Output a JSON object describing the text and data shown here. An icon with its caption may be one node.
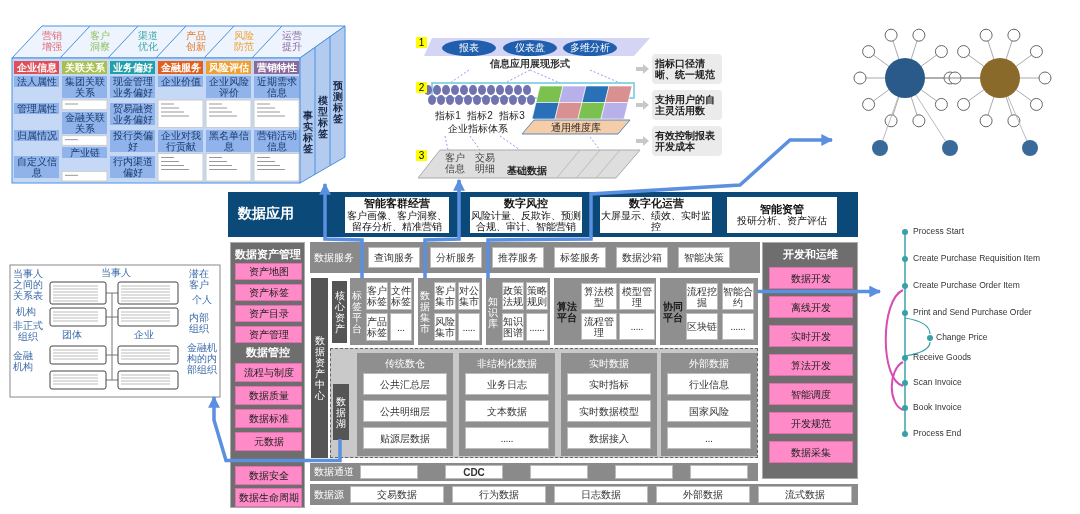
{
  "diagram": {
    "nodes": [
      {
        "text": [],
        "shape": "picture"
      },
      {
        "text": [],
        "shape": "picture"
      },
      {
        "text": [],
        "shape": "picture"
      },
      {
        "text": [
          "数据应用"
        ]
      },
      {
        "text": [
          "智能客群经营",
          "客户画像、客户洞察、留存分析、精准营销"
        ],
        "in": 3
      },
      {
        "text": [
          "数字风控",
          "风险计量、反欺诈、预测合规、审计、智能营销"
        ],
        "in": 3
      },
      {
        "text": [
          "数字化运营",
          "大屏显示、绩效、实时监控"
        ],
        "in": 3
      },
      {
        "text": [
          "智能资管",
          "投研分析、资产评估"
        ],
        "in": 3
      },
      {
        "text": [
          "数据资产管理",
          "数据管控"
        ]
      },
      {
        "text": [
          "资产地图"
        ],
        "in": 8
      },
      {
        "text": [
          "资产标签"
        ],
        "in": 8
      },
      {
        "text": [
          "资产目录"
        ],
        "in": 8
      },
      {
        "text": [
          "资产管理"
        ],
        "in": 8
      },
      {
        "text": [
          "流程与制度"
        ],
        "in": 8
      },
      {
        "text": [
          "数据质量"
        ],
        "in": 8
      },
      {
        "text": [
          "数据标准"
        ],
        "in": 8
      },
      {
        "text": [
          "元数据"
        ],
        "in": 8
      },
      {
        "text": [
          "数据安全"
        ],
        "in": 8
      },
      {
        "text": [
          "数据生命周期"
        ],
        "in": 8
      },
      {
        "text": [
          "数据服务"
        ]
      },
      {
        "text": [
          "查询服务"
        ],
        "in": 19
      },
      {
        "text": [
          "分析服务"
        ],
        "in": 19
      },
      {
        "text": [
          "推荐服务"
        ],
        "in": 19
      },
      {
        "text": [
          "标签服务"
        ],
        "in": 19
      },
      {
        "text": [
          "数据沙箱"
        ],
        "in": 19
      },
      {
        "text": [
          "智能决策"
        ],
        "in": 19
      },
      {
        "text": [
          "开发和运维"
        ]
      },
      {
        "text": [
          "数据开发"
        ],
        "in": 26
      },
      {
        "text": [
          "离线开发"
        ],
        "in": 26
      },
      {
        "text": [
          "实时开发"
        ],
        "in": 26
      },
      {
        "text": [
          "算法开发"
        ],
        "in": 26
      },
      {
        "text": [
          "智能调度"
        ],
        "in": 26
      },
      {
        "text": [
          "开发规范"
        ],
        "in": 26
      },
      {
        "text": [
          "数据采集"
        ],
        "in": 26
      },
      {
        "text": [
          "数据资产中心"
        ]
      },
      {
        "text": [
          "核心资产"
        ]
      },
      {
        "text": [
          "标签平台"
        ]
      },
      {
        "text": [
          "客户标签"
        ],
        "in": 36
      },
      {
        "text": [
          "文件标签"
        ],
        "in": 36
      },
      {
        "text": [
          "产品标签"
        ],
        "in": 36
      },
      {
        "text": [
          "..."
        ],
        "in": 36
      },
      {
        "text": [
          "数据集市"
        ]
      },
      {
        "text": [
          "客户集市"
        ],
        "in": 41
      },
      {
        "text": [
          "对公集市"
        ],
        "in": 41
      },
      {
        "text": [
          "风险集市"
        ],
        "in": 41
      },
      {
        "text": [
          "....."
        ],
        "in": 41
      },
      {
        "text": [
          "知识库"
        ]
      },
      {
        "text": [
          "政策法规"
        ],
        "in": 46
      },
      {
        "text": [
          "策略规则"
        ],
        "in": 46
      },
      {
        "text": [
          "知识图谱"
        ],
        "in": 46
      },
      {
        "text": [
          "......"
        ],
        "in": 46
      },
      {
        "text": [
          "算法平台"
        ]
      },
      {
        "text": [
          "算法模型"
        ],
        "in": 51
      },
      {
        "text": [
          "模型管理"
        ],
        "in": 51
      },
      {
        "text": [
          "流程管理"
        ],
        "in": 51
      },
      {
        "text": [
          "....."
        ],
        "in": 51
      },
      {
        "text": [
          "协同平台"
        ]
      },
      {
        "text": [
          "流程挖掘"
        ],
        "in": 56
      },
      {
        "text": [
          "智能合约"
        ],
        "in": 56
      },
      {
        "text": [
          "区块链"
        ],
        "in": 56
      },
      {
        "text": [
          "......"
        ],
        "in": 56
      },
      {
        "text": [],
        "shape": "box"
      },
      {
        "text": [
          "传统数仓"
        ],
        "in": 61
      },
      {
        "text": [
          "公共汇总层"
        ],
        "in": 62
      },
      {
        "text": [
          "公共明细层"
        ],
        "in": 62
      },
      {
        "text": [
          "贴源层数据"
        ],
        "in": 62
      },
      {
        "text": [
          "非结构化数据"
        ],
        "in": 61
      },
      {
        "text": [
          "业务日志"
        ],
        "in": 66
      },
      {
        "text": [
          "文本数据"
        ],
        "in": 66
      },
      {
        "text": [
          "....."
        ],
        "in": 66
      },
      {
        "text": [
          "实时数据"
        ],
        "in": 61
      },
      {
        "text": [
          "实时指标"
        ],
        "in": 70
      },
      {
        "text": [
          "实时数据模型"
        ],
        "in": 70
      },
      {
        "text": [
          "数据接入"
        ],
        "in": 70
      },
      {
        "text": [
          "外部数据"
        ],
        "in": 61
      },
      {
        "text": [
          "行业信息"
        ],
        "in": 74
      },
      {
        "text": [
          "国家风险"
        ],
        "in": 74
      },
      {
        "text": [
          "..."
        ],
        "in": 74
      },
      {
        "text": [
          "数据通道"
        ]
      },
      {
        "text": [],
        "shape": "box",
        "in": 78
      },
      {
        "text": [
          "CDC"
        ],
        "in": 78
      },
      {
        "text": [],
        "shape": "box",
        "in": 78
      },
      {
        "text": [],
        "shape": "box",
        "in": 78
      },
      {
        "text": [],
        "shape": "box",
        "in": 78
      },
      {
        "text": [
          "数据源"
        ]
      },
      {
        "text": [
          "交易数据"
        ],
        "in": 84
      },
      {
        "text": [
          "行为数据"
        ],
        "in": 84
      },
      {
        "text": [
          "日志数据"
        ],
        "in": 84
      },
      {
        "text": [
          "外部数据"
        ],
        "in": 84
      },
      {
        "text": [
          "流式数据"
        ],
        "in": 84
      },
      {
        "text": [],
        "shape": "picture"
      },
      {
        "text": [],
        "shape": "picture"
      },
      {
        "text": [
          "数据湖"
        ],
        "in": 61
      }
    ],
    "edges": [
      {
        "from": 36,
        "to": 0,
        "arrow": "to"
      },
      {
        "from": 41,
        "to": 1,
        "arrow": "to"
      },
      {
        "from": 46,
        "to": 2,
        "arrow": "to"
      },
      {
        "from": 56,
        "to": 91,
        "arrow": "to"
      },
      {
        "from": 92,
        "to": 90,
        "arrow": "to"
      }
    ],
    "labels": [
      "营销增强",
      "客户洞察",
      "渠道优化",
      "产品创新",
      "风险防范",
      "运营提升",
      "企业信息",
      "关联关系",
      "业务偏好",
      "金融服务",
      "风险评估",
      "营销特性",
      "法人属性",
      "管理属性",
      "归属情况",
      "自定义信息",
      "集团关联关系",
      "金融关联关系",
      "产业链",
      "现金管理业务偏好",
      "贸易融资业务偏好",
      "投行类偏好",
      "行内渠道偏好",
      "企业价值",
      "企业对我行贡献",
      "企业风险评价",
      "黑名单信息",
      "近期需求信息",
      "营销活动信息",
      "事实标签",
      "模型标签",
      "预测标签",
      "1",
      "报表",
      "仪表盘",
      "多维分析",
      "信息应用展现形式",
      "2",
      "指标1",
      "指标2",
      "指标3",
      "企业指标体系",
      "通用维度库",
      "3",
      "客户信息",
      "交易明细",
      "基础数据",
      "指标口径清晰、统一规范",
      "支持用户的自主灵活用数",
      "有效控制报表开发成本",
      "当事人",
      "潜在客户",
      "当事人之间的关系表",
      "机构",
      "个人",
      "团体",
      "非正式组织",
      "企业",
      "内部组织",
      "金融机构",
      "金融机构的内部组织",
      "Process Start",
      "Create Purchase Requisition Item",
      "Create Purchase Order Item",
      "Print and Send Purchase Order",
      "Change Price",
      "Receive Goods",
      "Scan Invoice",
      "Book Invoice",
      "Process End"
    ]
  }
}
